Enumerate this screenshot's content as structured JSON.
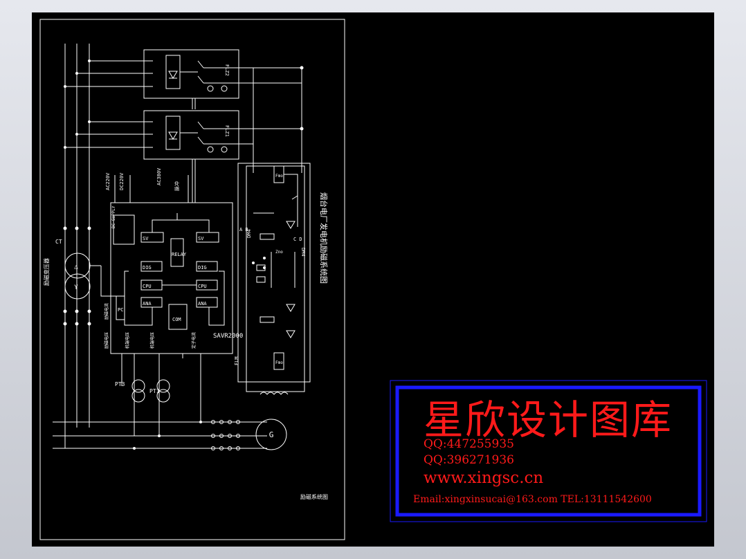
{
  "diagram": {
    "title": "烟台电厂发电机励磁系统图",
    "footer_label": "励磁系统图",
    "left_transformer_label": "励磁变压器",
    "ct_label": "CT",
    "pt3_label": "PT3",
    "pt1_label": "PT1",
    "generator_label": "G",
    "flz2_label": "FLZ2",
    "flz1_label": "FLZ1",
    "flm_label": "FLM",
    "dm4_label": "DM4",
    "savr_label": "SAVR2000",
    "relay_label": "RELAY",
    "com_label": "COM",
    "pc_label": "PC",
    "ac220_label": "AC220V",
    "dc220_label": "DC220V",
    "ac380_label": "AC380V",
    "pulse_label": "脉冲",
    "supply_label": "DC SUPPLY",
    "cpu_label": "CPU",
    "ana_label": "ANA",
    "dig_label": "DIG",
    "sv_label": "SV",
    "fmo_label": "Fmo",
    "ab_label": "A B",
    "cd_label": "C D",
    "zno_label": "Zno",
    "q1_label": "励磁电压",
    "q2_label": "机端电压",
    "q3_label": "机端电压",
    "q4_label": "定子电流",
    "q5_label": "励磁电流"
  },
  "watermark": {
    "title": "星欣设计图库",
    "qq1": "QQ:447255935",
    "qq2": "QQ:396271936",
    "website": "www.xingsc.cn",
    "contact": "Email:xingxinsucai@163.com  TEL:13111542600"
  },
  "colors": {
    "background": "#000000",
    "line": "#ffffff",
    "watermark_text": "#ff1a1a",
    "frame_blue": "#1a1aff"
  }
}
